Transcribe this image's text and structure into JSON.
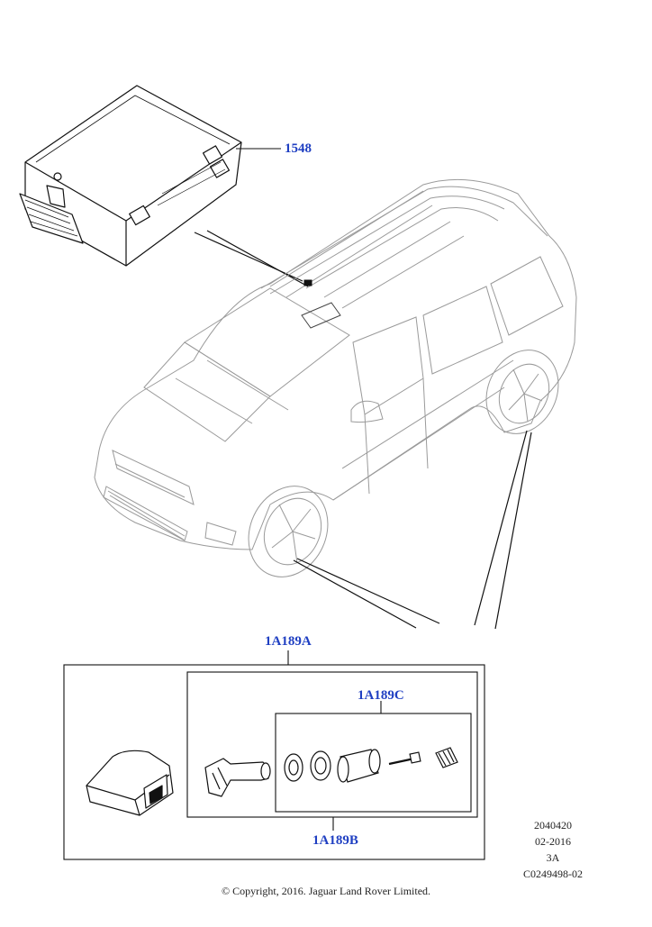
{
  "diagram": {
    "callouts": {
      "module": "1548",
      "kit": "1A189A",
      "valve_kit": "1A189C",
      "sensor_kit": "1A189B"
    },
    "reference": {
      "code": "2040420",
      "date": "02-2016",
      "sheet": "3A",
      "illustration_id": "C0249498-02"
    },
    "copyright": "© Copyright, 2016. Jaguar Land Rover Limited.",
    "colors": {
      "callout": "#1f3fc2",
      "line_art": "#111111",
      "car_outline": "#9a9a9a"
    }
  }
}
